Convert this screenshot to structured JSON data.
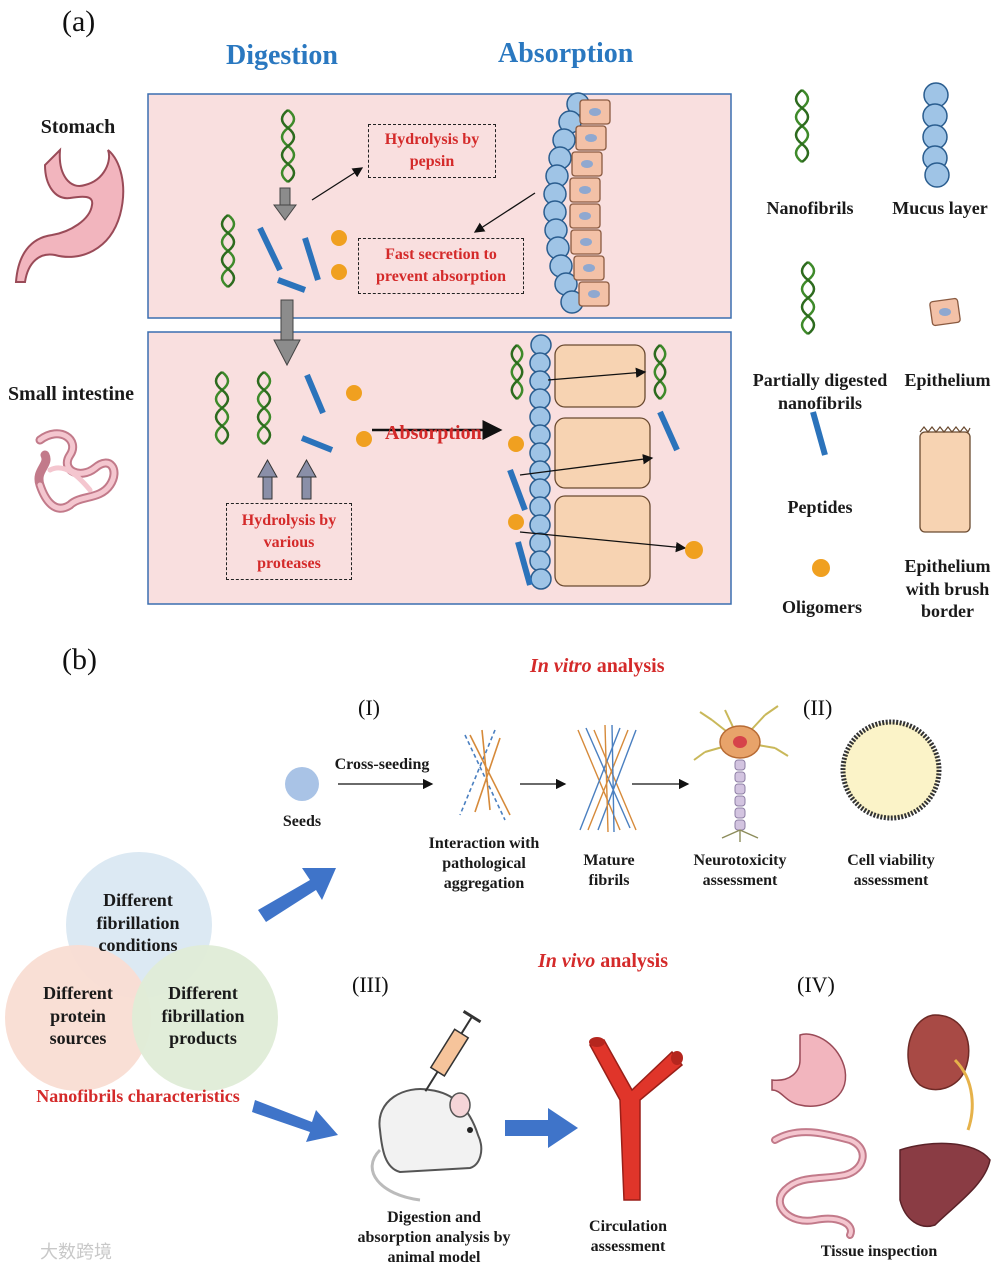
{
  "panel_a": {
    "label": "(a)",
    "headers": {
      "digestion": "Digestion",
      "absorption": "Absorption"
    },
    "organs": {
      "stomach": "Stomach",
      "small_intestine": "Small intestine"
    },
    "stomach_box": {
      "hydrolysis": [
        "Hydrolysis by",
        "pepsin"
      ],
      "fast_secretion": [
        "Fast secretion to",
        "prevent absorption"
      ]
    },
    "intestine_box": {
      "absorption": "Absorption",
      "hydrolysis": [
        "Hydrolysis by",
        "various",
        "proteases"
      ]
    },
    "legend": {
      "nanofibrils": "Nanofibrils",
      "mucus_layer": "Mucus layer",
      "partially_digested": [
        "Partially digested",
        "nanofibrils"
      ],
      "epithelium": "Epithelium",
      "peptides": "Peptides",
      "oligomers": "Oligomers",
      "epithelium_brush": [
        "Epithelium",
        "with brush",
        "border"
      ]
    }
  },
  "panel_b": {
    "label": "(b)",
    "in_vitro": {
      "italic": "In vitro",
      "rest": " analysis"
    },
    "in_vivo": {
      "italic": "In vivo",
      "rest": " analysis"
    },
    "numerals": {
      "i": "(I)",
      "ii": "(II)",
      "iii": "(III)",
      "iv": "(IV)"
    },
    "cross_seeding": "Cross-seeding",
    "seeds": "Seeds",
    "interaction": [
      "Interaction with",
      "pathological",
      "aggregation"
    ],
    "mature": [
      "Mature",
      "fibrils"
    ],
    "neurotox": [
      "Neurotoxicity",
      "assessment"
    ],
    "cell_viability": [
      "Cell viability",
      "assessment"
    ],
    "venn": {
      "conditions": [
        "Different",
        "fibrillation",
        "conditions"
      ],
      "sources": [
        "Different",
        "protein",
        "sources"
      ],
      "products": [
        "Different",
        "fibrillation",
        "products"
      ]
    },
    "characteristics": "Nanofibrils characteristics",
    "digestion_analysis": [
      "Digestion and",
      "absorption analysis by",
      "animal model"
    ],
    "circulation": [
      "Circulation",
      "assessment"
    ],
    "tissue": "Tissue inspection"
  },
  "watermark": "大数跨境"
}
